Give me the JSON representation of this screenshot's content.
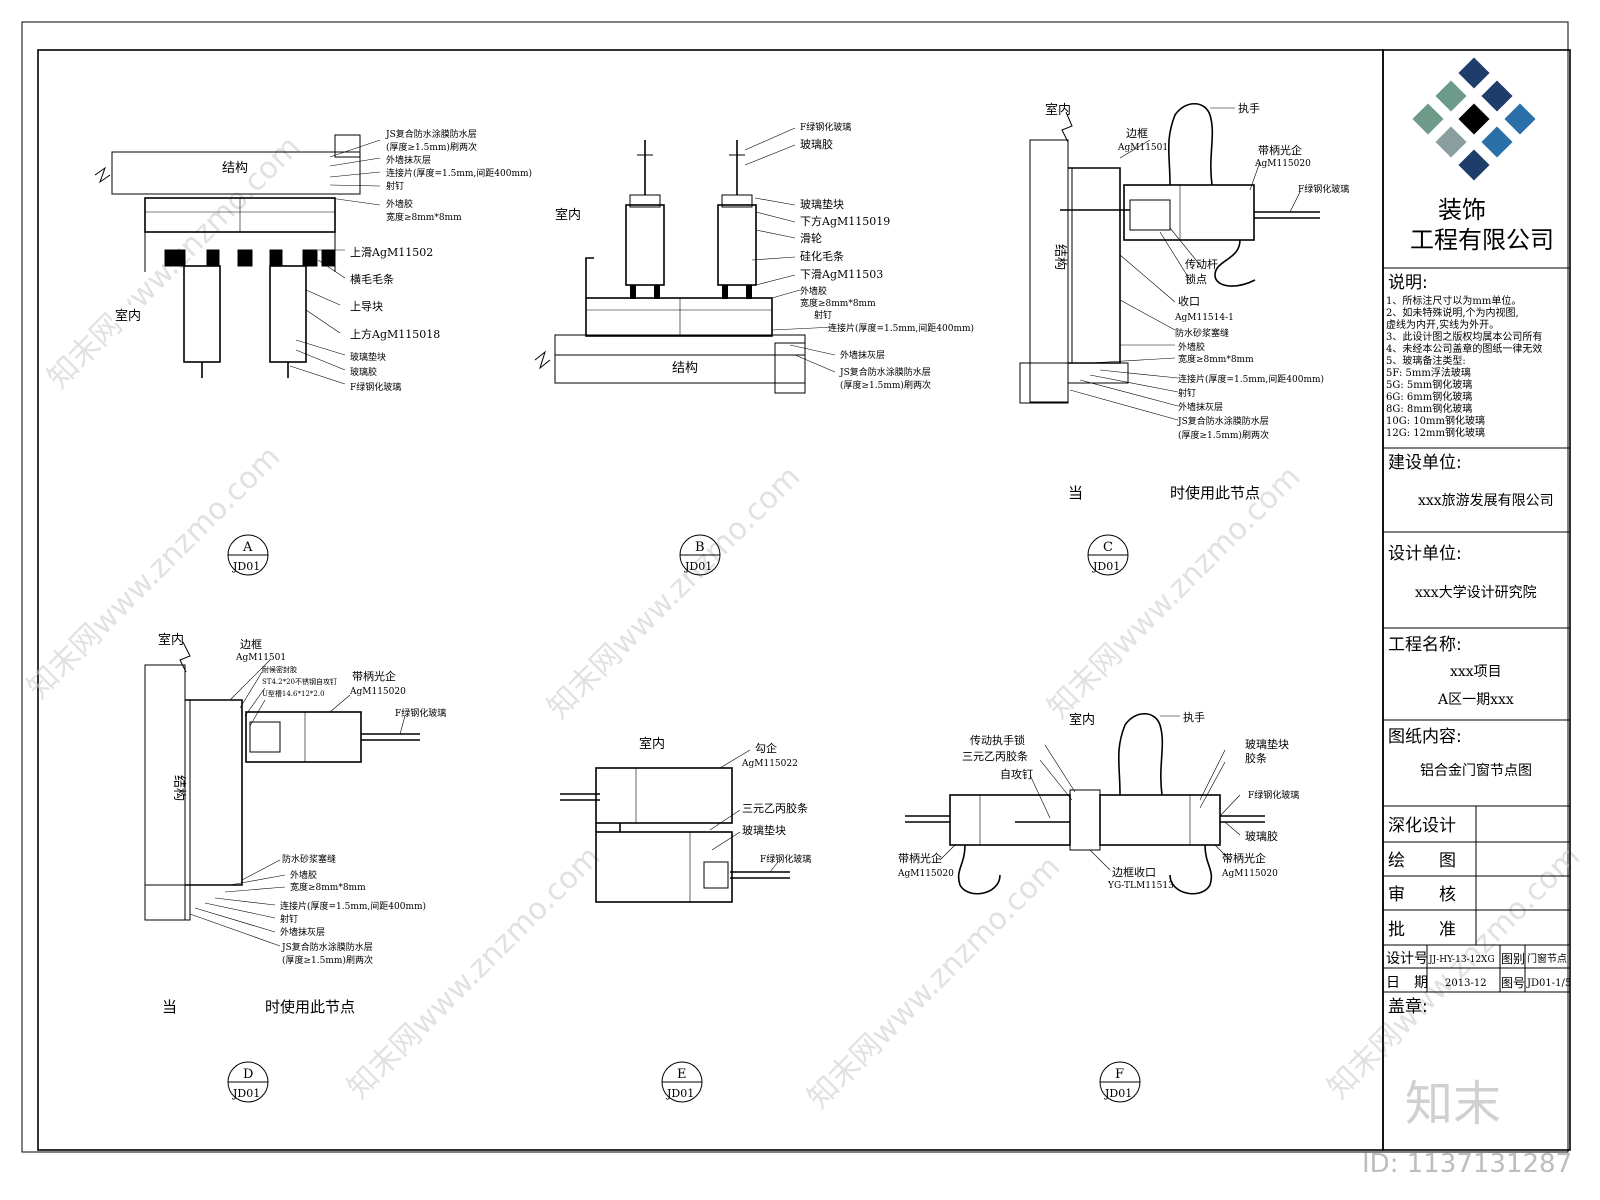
{
  "details": [
    {
      "id": "A",
      "sheet": "JD01",
      "zones": {
        "structure": "结构",
        "indoor": "室内"
      },
      "callouts": [
        "JS复合防水涂膜防水层",
        "(厚度≥1.5mm)刷两次",
        "外墙抹灰层",
        "连接片(厚度=1.5mm,间距400mm)",
        "射钉",
        "外墙胶",
        "宽度≥8mm*8mm",
        "上滑AgM11502",
        "横毛毛条",
        "上导块",
        "上方AgM115018",
        "玻璃垫块",
        "玻璃胶",
        "F绿钢化玻璃"
      ]
    },
    {
      "id": "B",
      "sheet": "JD01",
      "zones": {
        "structure": "结构",
        "indoor": "室内"
      },
      "callouts": [
        "F绿钢化玻璃",
        "玻璃胶",
        "玻璃垫块",
        "下方AgM115019",
        "滑轮",
        "硅化毛条",
        "下滑AgM11503",
        "外墙胶",
        "宽度≥8mm*8mm",
        "射钉",
        "连接片(厚度=1.5mm,间距400mm)",
        "外墙抹灰层",
        "JS复合防水涂膜防水层",
        "(厚度≥1.5mm)刷两次"
      ]
    },
    {
      "id": "C",
      "sheet": "JD01",
      "zones": {
        "structure": "结构",
        "indoor": "室内"
      },
      "callouts": [
        "执手",
        "边框",
        "AgM11501",
        "带柄光企",
        "AgM115020",
        "F绿钢化玻璃",
        "传动杆",
        "锁点",
        "收口",
        "AgM11514-1",
        "防水砂浆塞缝",
        "外墙胶",
        "宽度≥8mm*8mm",
        "连接片(厚度=1.5mm,间距400mm)",
        "射钉",
        "外墙抹灰层",
        "JS复合防水涂膜防水层",
        "(厚度≥1.5mm)刷两次"
      ],
      "note": [
        "当",
        "时使用此节点"
      ]
    },
    {
      "id": "D",
      "sheet": "JD01",
      "zones": {
        "structure": "结构",
        "indoor": "室内"
      },
      "callouts": [
        "边框",
        "AgM11501",
        "耐候密封胶",
        "ST4.2*20不锈钢自攻钉",
        "U型槽14.6*12*2.0",
        "带柄光企",
        "AgM115020",
        "F绿钢化玻璃",
        "防水砂浆塞缝",
        "外墙胶",
        "宽度≥8mm*8mm",
        "连接片(厚度=1.5mm,间距400mm)",
        "射钉",
        "外墙抹灰层",
        "JS复合防水涂膜防水层",
        "(厚度≥1.5mm)刷两次"
      ],
      "note": [
        "当",
        "时使用此节点"
      ]
    },
    {
      "id": "E",
      "sheet": "JD01",
      "zones": {
        "indoor": "室内"
      },
      "callouts": [
        "勾企",
        "AgM115022",
        "三元乙丙胶条",
        "玻璃垫块",
        "F绿钢化玻璃"
      ]
    },
    {
      "id": "F",
      "sheet": "JD01",
      "zones": {
        "indoor": "室内"
      },
      "callouts": [
        "执手",
        "传动执手锁",
        "三元乙丙胶条",
        "自攻钉",
        "玻璃垫块",
        "胶条",
        "F绿钢化玻璃",
        "玻璃胶",
        "带柄光企",
        "AgM115020",
        "边框收口",
        "YG-TLM11513",
        "带柄光企",
        "AgM115020"
      ]
    }
  ],
  "titleblock": {
    "company_line1": "装饰",
    "company_line2": "工程有限公司",
    "notes_title": "说明:",
    "notes": [
      "1、所标注尺寸以为mm单位。",
      "2、如未特殊说明,个为内视图,",
      "   虚线为内开,实线为外开。",
      "3、此设计图之版权均属本公司所有",
      "4、未经本公司盖章的图纸一律无效",
      "5、玻璃备注类型:",
      "5F: 5mm浮法玻璃",
      "5G: 5mm钢化玻璃",
      "6G: 6mm钢化玻璃",
      "8G: 8mm钢化玻璃",
      "10G: 10mm钢化玻璃",
      "12G: 12mm钢化玻璃"
    ],
    "client_label": "建设单位:",
    "client_value": "xxx旅游发展有限公司",
    "designer_label": "设计单位:",
    "designer_value": "xxx大学设计研究院",
    "project_label": "工程名称:",
    "project_value1": "xxx项目",
    "project_value2": "A区一期xxx",
    "content_label": "图纸内容:",
    "content_value": "铝合金门窗节点图",
    "roles": [
      "深化设计",
      "绘　　图",
      "审　　核",
      "批　　准"
    ],
    "design_no_label": "设计号",
    "design_no": "JJ-HY-13-12XG",
    "category_label": "图别",
    "category": "门窗节点",
    "date_label": "日　期",
    "date": "2013-12",
    "drawing_no_label": "图号",
    "drawing_no": "JD01-1/5",
    "stamp_label": "盖章:"
  },
  "watermark": {
    "text": "知末网www.znzmo.com",
    "logo": "知末",
    "id": "ID: 1137131287"
  },
  "colors": {
    "logo_dark": "#1f3d6b",
    "logo_mid": "#2a6fa8",
    "logo_teal": "#6e9a8a",
    "logo_grey": "#8a9ea0"
  }
}
